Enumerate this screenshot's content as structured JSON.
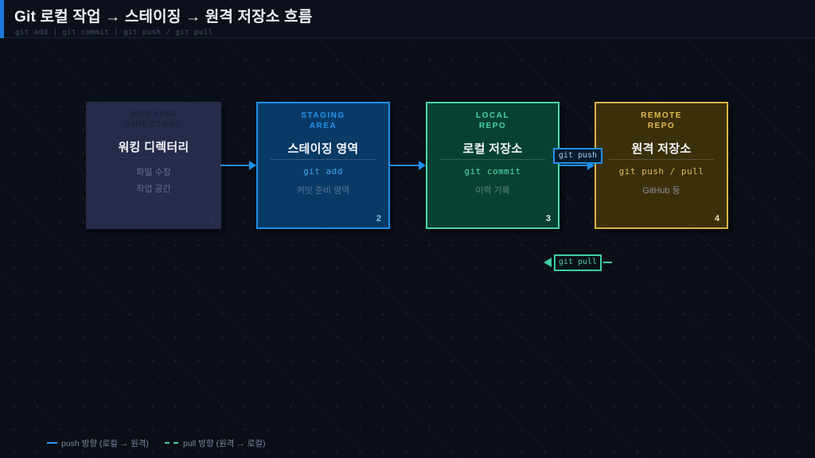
{
  "header": {
    "title": "Git 로컬 작업 → 스테이징 → 원격 저장소 흐름",
    "subtitle": "git add  |  git commit  |  git push / git pull"
  },
  "nodes": [
    {
      "eyebrow_line1": "WORKING",
      "eyebrow_line2": "DIRECTORY",
      "title": "워킹 디렉터리",
      "detail1": "파일 수정",
      "detail2": "작업 공간",
      "badge": "1"
    },
    {
      "eyebrow_line1": "STAGING",
      "eyebrow_line2": "AREA",
      "title": "스테이징 영역",
      "command": "git add",
      "detail": "커밋 준비 영역",
      "badge": "2"
    },
    {
      "eyebrow_line1": "LOCAL",
      "eyebrow_line2": "REPO",
      "title": "로컬 저장소",
      "command": "git commit",
      "detail": "이력 기록",
      "badge": "3"
    },
    {
      "eyebrow_line1": "REMOTE",
      "eyebrow_line2": "REPO",
      "title": "원격 저장소",
      "command": "git push / pull",
      "detail": "GitHub 등",
      "badge": "4"
    }
  ],
  "flow_labels": {
    "push": "git push",
    "pull": "git pull"
  },
  "legend": [
    {
      "label": "push 방향 (로컬 → 원격)"
    },
    {
      "label": "pull 방향 (원격 → 로컬)"
    }
  ],
  "colors": {
    "background": "#0a0e17",
    "accent_blue": "#1f8fe8",
    "accent_teal": "#4fd1a5",
    "accent_gold": "#d9b44a",
    "node1_fill": "#252b48",
    "node2_fill": "#093a66",
    "node3_fill": "#074134",
    "node4_fill": "#3b3009"
  }
}
